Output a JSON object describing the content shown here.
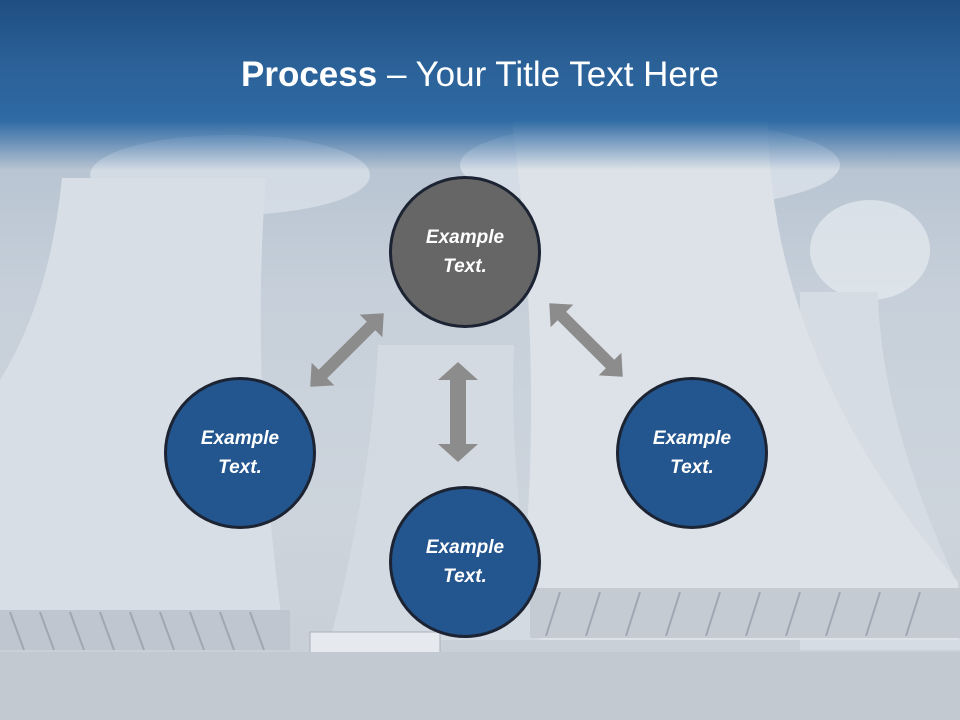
{
  "slide": {
    "title_bold": "Process",
    "title_rest": " – Your Title Text Here"
  },
  "nodes": {
    "top": {
      "text": "Example Text.",
      "color": "#666666"
    },
    "left": {
      "text": "Example Text.",
      "color": "#23558e"
    },
    "right": {
      "text": "Example Text.",
      "color": "#23558e"
    },
    "bottom": {
      "text": "Example Text.",
      "color": "#23558e"
    }
  },
  "arrow_color": "#8c8c8c",
  "background_image": "cooling-towers-photo"
}
